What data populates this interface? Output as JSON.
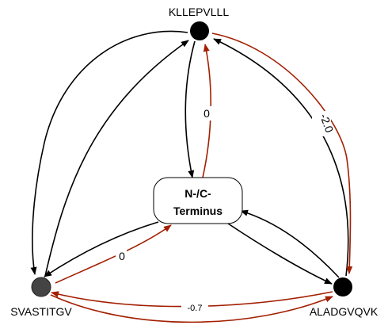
{
  "colors": {
    "black_edge": "#000000",
    "red_edge": "#a31e00",
    "node_black": "#000000",
    "node_gray": "#444444",
    "center_fill": "#ffffff"
  },
  "nodes": {
    "top": {
      "label": "KLLEPVLLL"
    },
    "left": {
      "label": "SVASTITGV"
    },
    "right": {
      "label": "ALADGVQVK"
    },
    "center": {
      "line1": "N-/C-",
      "line2": "Terminus"
    }
  },
  "edge_labels": {
    "center_top": "0",
    "top_right": "-2.0",
    "left_center": "0",
    "left_right": "-0.7"
  }
}
